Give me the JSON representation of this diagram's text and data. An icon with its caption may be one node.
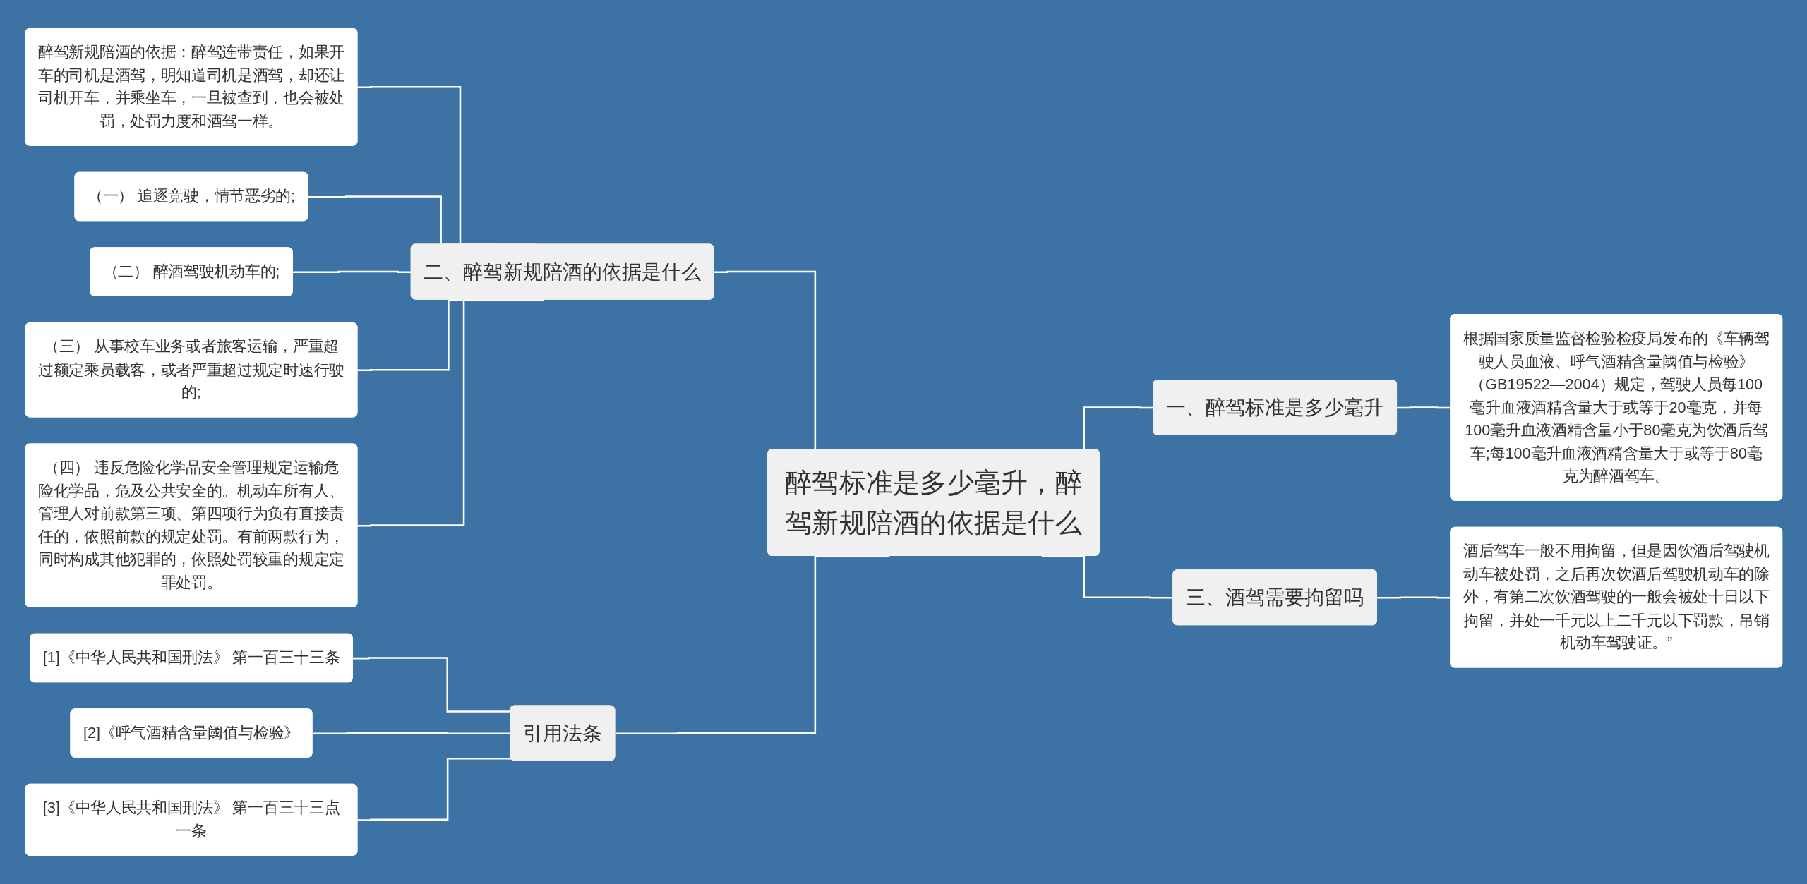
{
  "diagram": {
    "nodes": [
      {
        "text": [
          "醉驾标准是多少毫升，醉驾新规陪酒的依据是什么"
        ]
      },
      {
        "text": [
          "二、醉驾新规陪酒的依据是什么"
        ]
      },
      {
        "text": [
          "醉驾新规陪酒的依据：醉驾连带责任，如果开车的司机是酒驾，明知道司机是酒驾，却还让司机开车，并乘坐车，一旦被查到，也会被处罚，处罚力度和酒驾一样。"
        ]
      },
      {
        "text": [
          "（一） 追逐竞驶，情节恶劣的;"
        ]
      },
      {
        "text": [
          "（二） 醉酒驾驶机动车的;"
        ]
      },
      {
        "text": [
          "（三） 从事校车业务或者旅客运输，严重超过额定乘员载客，或者严重超过规定时速行驶的;"
        ]
      },
      {
        "text": [
          "（四） 违反危险化学品安全管理规定运输危险化学品，危及公共安全的。机动车所有人、管理人对前款第三项、第四项行为负有直接责任的，依照前款的规定处罚。有前两款行为，同时构成其他犯罪的，依照处罚较重的规定定罪处罚。"
        ]
      },
      {
        "text": [
          "引用法条"
        ]
      },
      {
        "text": [
          "[1]《中华人民共和国刑法》 第一百三十三条"
        ]
      },
      {
        "text": [
          "[2]《呼气酒精含量阈值与检验》"
        ]
      },
      {
        "text": [
          "[3]《中华人民共和国刑法》 第一百三十三点一条"
        ]
      },
      {
        "text": [
          "一、醉驾标准是多少毫升"
        ]
      },
      {
        "text": [
          "根据国家质量监督检验检疫局发布的《车辆驾驶人员血液、呼气酒精含量阈值与检验》（GB19522—2004）规定，驾驶人员每100毫升血液酒精含量大于或等于20毫克，并每100毫升血液酒精含量小于80毫克为饮酒后驾车;每100毫升血液酒精含量大于或等于80毫克为醉酒驾车。"
        ]
      },
      {
        "text": [
          "三、酒驾需要拘留吗"
        ]
      },
      {
        "text": [
          "酒后驾车一般不用拘留，但是因饮酒后驾驶机动车被处罚，之后再次饮酒后驾驶机动车的除外，有第二次饮酒驾驶的一般会被处十日以下拘留，并处一千元以上二千元以下罚款，吊销机动车驾驶证。”"
        ]
      }
    ],
    "edges": [
      {
        "from": 2,
        "to": 1,
        "arrow": "none"
      },
      {
        "from": 3,
        "to": 1,
        "arrow": "none"
      },
      {
        "from": 4,
        "to": 1,
        "arrow": "none"
      },
      {
        "from": 5,
        "to": 1,
        "arrow": "none"
      },
      {
        "from": 6,
        "to": 1,
        "arrow": "none"
      },
      {
        "from": 1,
        "to": 0,
        "arrow": "none"
      },
      {
        "from": 8,
        "to": 7,
        "arrow": "none"
      },
      {
        "from": 9,
        "to": 7,
        "arrow": "none"
      },
      {
        "from": 10,
        "to": 7,
        "arrow": "none"
      },
      {
        "from": 7,
        "to": 0,
        "arrow": "none"
      },
      {
        "from": 0,
        "to": 11,
        "arrow": "none"
      },
      {
        "from": 11,
        "to": 12,
        "arrow": "none"
      },
      {
        "from": 0,
        "to": 13,
        "arrow": "none"
      },
      {
        "from": 13,
        "to": 14,
        "arrow": "none"
      }
    ]
  }
}
